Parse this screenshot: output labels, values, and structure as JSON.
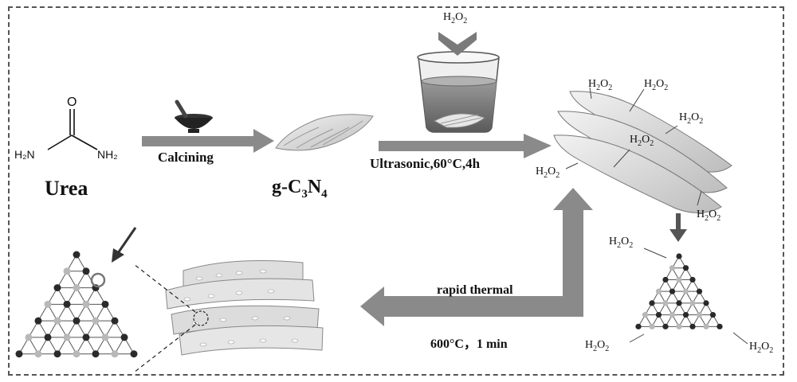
{
  "molecule": {
    "atom_o": "O",
    "atom_nh2_left": "H₂N",
    "atom_nh2_right": "NH₂",
    "name": "Urea"
  },
  "steps": {
    "calcining": "Calcining",
    "product_g": "g-C",
    "product_sub3": "3",
    "product_n": "N",
    "product_sub4": "4",
    "ultrasonic": "Ultrasonic,60°C,4h",
    "rapid_thermal": "rapid thermal",
    "thermal_conditions": "600°C，1 min"
  },
  "reagent": {
    "h2o2": "H2O2"
  },
  "colors": {
    "arrow": "#8a8a8a",
    "sheet": "#d4d4d4",
    "atom_dark": "#2a2a2a",
    "atom_light": "#b8b8b8"
  }
}
